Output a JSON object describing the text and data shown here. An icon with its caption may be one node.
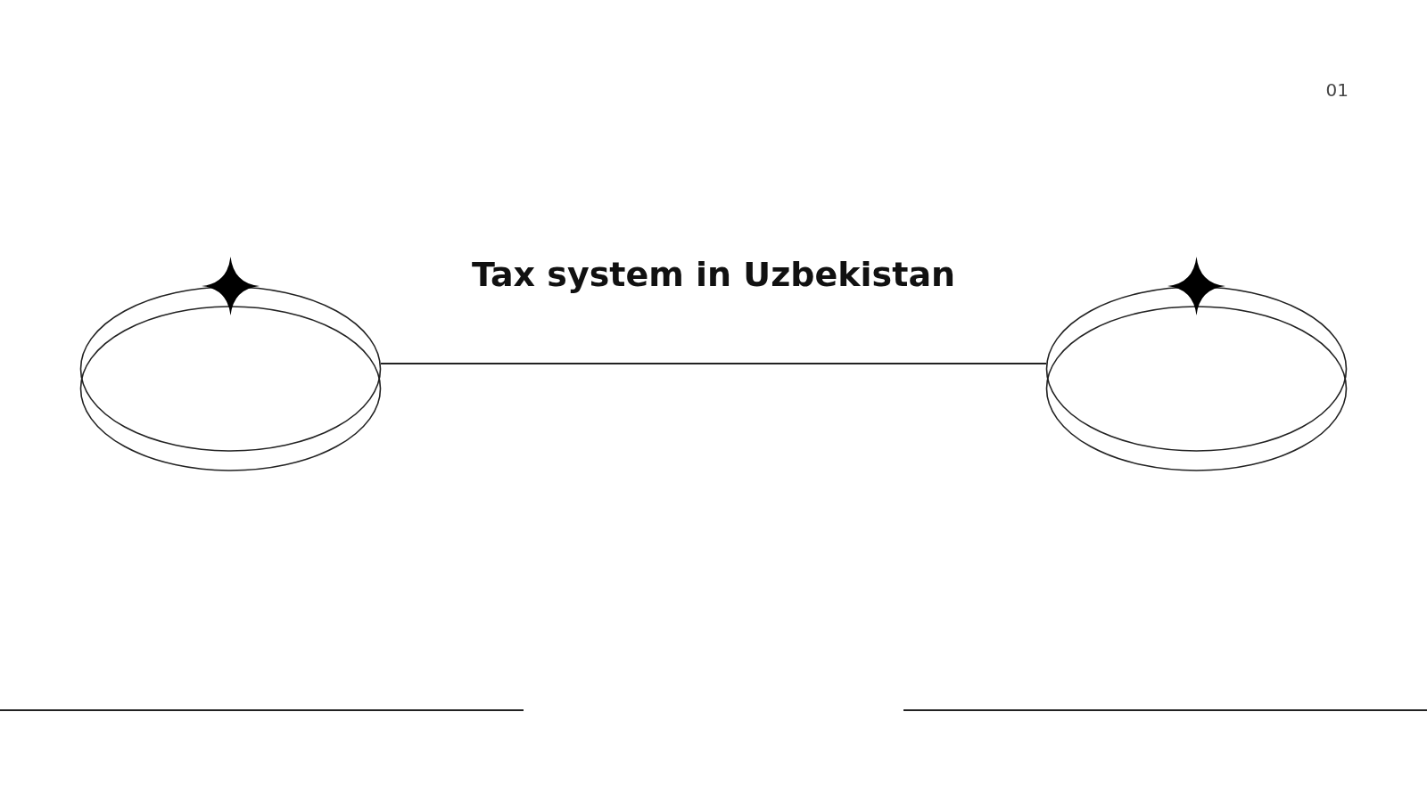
{
  "diagram": {
    "title": "Tax system in Uzbekistan",
    "nodes": [
      {
        "text": [],
        "shape": "ellipse"
      },
      {
        "text": [],
        "shape": "ellipse"
      }
    ],
    "edges": [
      {
        "from": 0,
        "to": 1,
        "arrow": "none"
      }
    ],
    "labels": [
      "01"
    ]
  }
}
